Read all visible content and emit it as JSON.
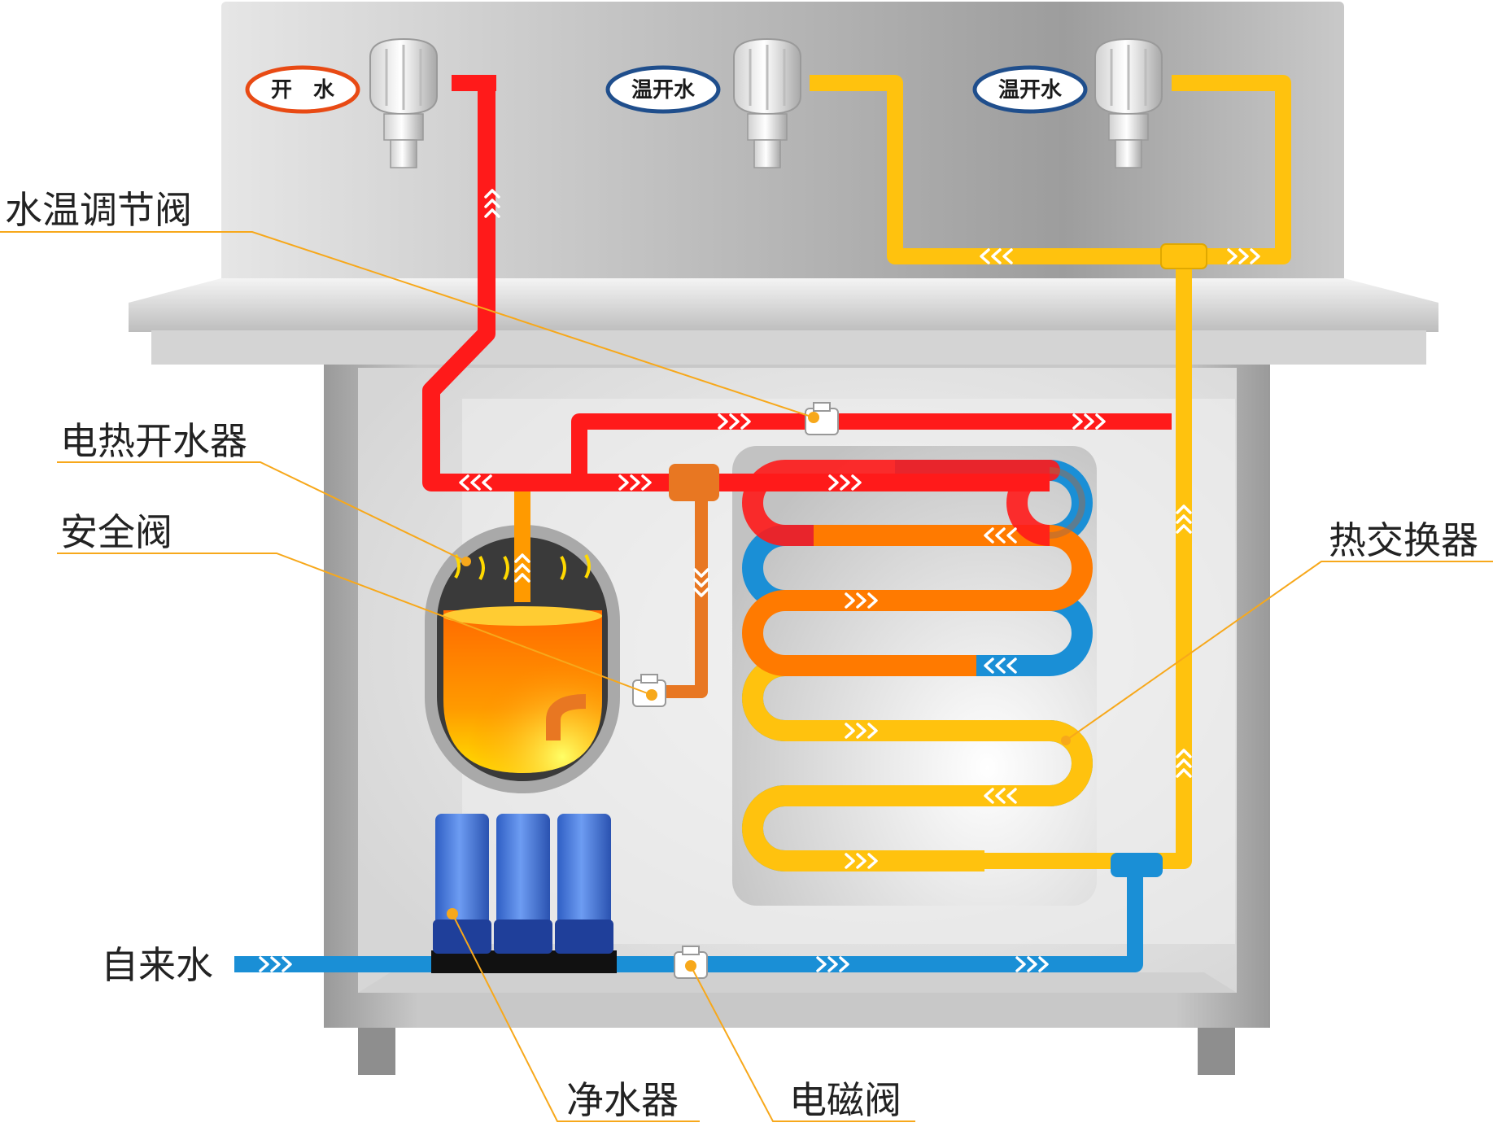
{
  "colors": {
    "hot_pipe": "#ff1a1a",
    "warm_pipe": "#ffc20e",
    "mixed_pipe": "#e87722",
    "cold_pipe": "#1a8fd6",
    "leader_line": "#f7a81b",
    "tap_label_red": "#e84a14",
    "tap_label_blue": "#1f4e8c"
  },
  "taps": [
    {
      "label": "开　水",
      "border_color": "#e84a14",
      "icon": "faucet-icon"
    },
    {
      "label": "温开水",
      "border_color": "#1f4e8c",
      "icon": "faucet-icon"
    },
    {
      "label": "温开水",
      "border_color": "#1f4e8c",
      "icon": "faucet-icon"
    }
  ],
  "callouts": {
    "temp_valve": "水温调节阀",
    "heater": "电热开水器",
    "safety_valve": "安全阀",
    "heat_exchanger": "热交换器",
    "tap_water": "自来水",
    "purifier": "净水器",
    "solenoid_valve": "电磁阀"
  }
}
